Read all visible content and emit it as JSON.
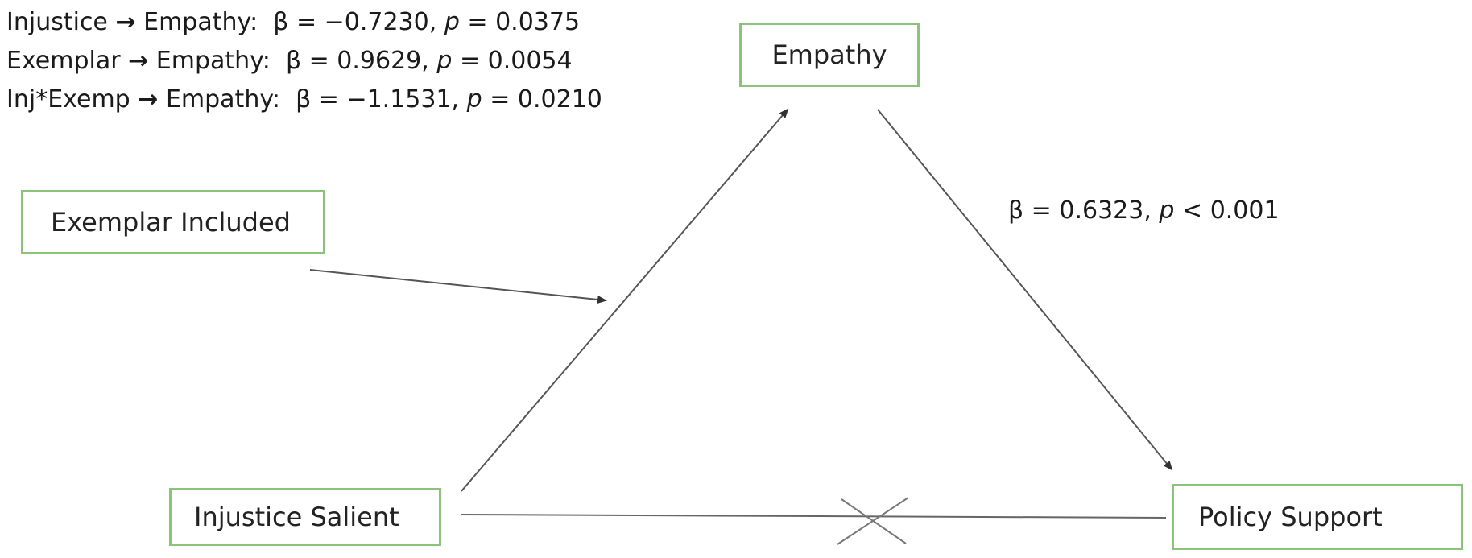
{
  "stats_block": [
    {
      "predictor": "Injustice",
      "arrow": "→",
      "outcome": "Empathy:",
      "beta_text": "β = −0.7230,",
      "p_symbol": "p",
      "p_text": "= 0.0375"
    },
    {
      "predictor": "Exemplar",
      "arrow": "→",
      "outcome": "Empathy:",
      "beta_text": "β = 0.9629,",
      "p_symbol": "p",
      "p_text": "= 0.0054"
    },
    {
      "predictor": "Inj*Exemp",
      "arrow": "→",
      "outcome": "Empathy:",
      "beta_text": "β = −1.1531,",
      "p_symbol": "p",
      "p_text": "= 0.0210"
    }
  ],
  "nodes": {
    "empathy": "Empathy",
    "exemplar": "Exemplar Included",
    "injustice": "Injustice Salient",
    "policy": "Policy Support"
  },
  "path_label": {
    "beta_text": "β = 0.6323,",
    "p_symbol": "p",
    "p_text": "< 0.001"
  },
  "colors": {
    "node_border": "#8cc37a",
    "line": "#555555"
  }
}
